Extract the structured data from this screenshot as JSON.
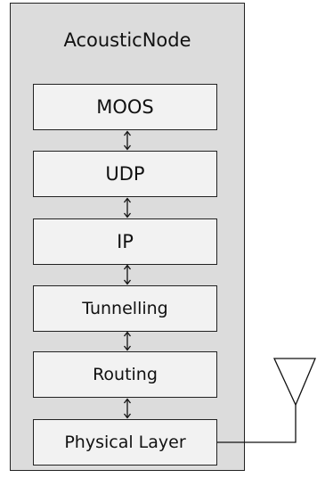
{
  "node": {
    "title": "AcousticNode"
  },
  "layers": [
    "MOOS",
    "UDP",
    "IP",
    "Tunnelling",
    "Routing",
    "Physical Layer"
  ]
}
